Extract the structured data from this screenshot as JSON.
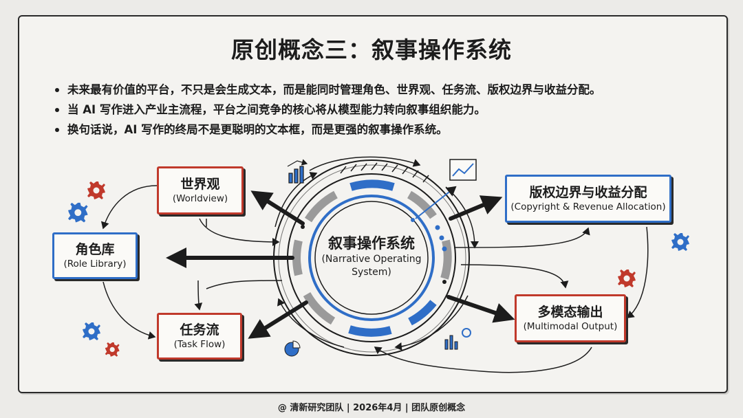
{
  "title": "原创概念三：叙事操作系统",
  "bullets": [
    "未来最有价值的平台，不只是会生成文本，而是能同时管理角色、世界观、任务流、版权边界与收益分配。",
    "当 AI 写作进入产业主流程，平台之间竞争的核心将从模型能力转向叙事组织能力。",
    "换句话说，AI 写作的终局不是更聪明的文本框，而是更强的叙事操作系统。"
  ],
  "center": {
    "zh": "叙事操作系统",
    "en_line1": "(Narrative Operating",
    "en_line2": "System)"
  },
  "nodes": {
    "worldview": {
      "zh": "世界观",
      "en": "(Worldview)"
    },
    "role_library": {
      "zh": "角色库",
      "en": "(Role Library)"
    },
    "task_flow": {
      "zh": "任务流",
      "en": "(Task Flow)"
    },
    "copyright": {
      "zh": "版权边界与收益分配",
      "en": "(Copyright & Revenue Allocation)"
    },
    "multimodal": {
      "zh": "多模态输出",
      "en": "(Multimodal Output)"
    }
  },
  "footer": "@ 清新研究团队 | 2026年4月 | 团队原创概念",
  "colors": {
    "red": "#c0392b",
    "blue": "#2f6ec7",
    "ink": "#1c1c1c"
  }
}
